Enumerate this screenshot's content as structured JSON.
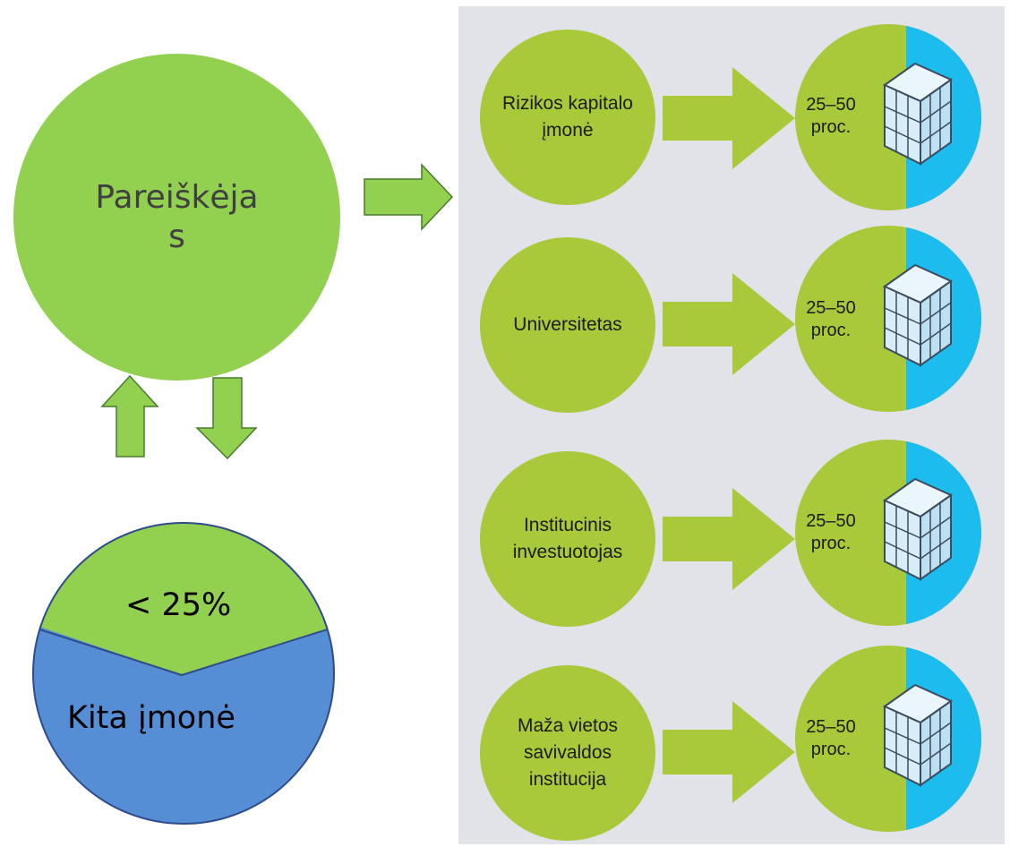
{
  "applicant": {
    "label": "Pareiškėjas"
  },
  "other_company": {
    "share_label": "< 25%",
    "label": "Kita įmonė"
  },
  "investors": [
    {
      "label": "Rizikos kapitalo įmonė",
      "pct_line1": "25–50",
      "pct_line2": "proc."
    },
    {
      "label": "Universitetas",
      "pct_line1": "25–50",
      "pct_line2": "proc."
    },
    {
      "label": "Institucinis investuotojas",
      "pct_line1": "25–50",
      "pct_line2": "proc."
    },
    {
      "label": "Maža vietos savivaldos institucija",
      "pct_line1": "25–50",
      "pct_line2": "proc."
    }
  ],
  "colors": {
    "applicant_green": "#92d050",
    "other_company_blue": "#558ed5",
    "panel_bg": "#e1e3e8",
    "entity_green": "#a8c93a",
    "cyan": "#1cbcef"
  }
}
